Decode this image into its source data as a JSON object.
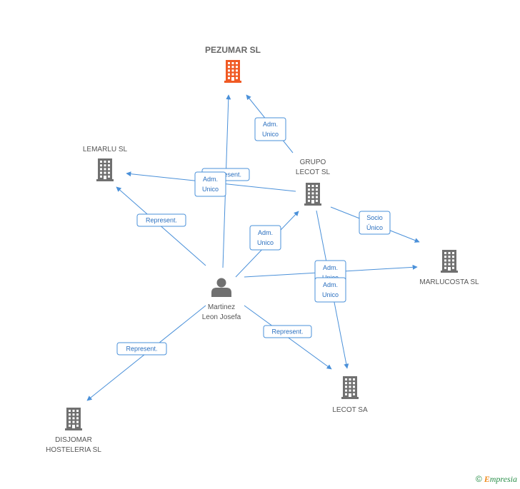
{
  "nodes": {
    "pezumar": {
      "label": [
        "PEZUMAR SL"
      ],
      "type": "company",
      "highlight": true
    },
    "lemarlu": {
      "label": [
        "LEMARLU SL"
      ],
      "type": "company"
    },
    "grupo_lecot": {
      "label": [
        "GRUPO",
        "LECOT SL"
      ],
      "type": "company"
    },
    "marlucosta": {
      "label": [
        "MARLUCOSTA SL"
      ],
      "type": "company"
    },
    "lecot_sa": {
      "label": [
        "LECOT SA"
      ],
      "type": "company"
    },
    "disjomar": {
      "label": [
        "DISJOMAR",
        "HOSTELERIA SL"
      ],
      "type": "company"
    },
    "martinez": {
      "label": [
        "Martinez",
        "Leon Josefa"
      ],
      "type": "person"
    }
  },
  "edges": [
    {
      "from": "martinez",
      "to": "pezumar",
      "label": [
        "Represent."
      ]
    },
    {
      "from": "grupo_lecot",
      "to": "pezumar",
      "label": [
        "Adm.",
        "Unico"
      ]
    },
    {
      "from": "grupo_lecot",
      "to": "lemarlu",
      "label": [
        "Adm.",
        "Unico"
      ]
    },
    {
      "from": "martinez",
      "to": "lemarlu",
      "label": [
        "Represent."
      ]
    },
    {
      "from": "martinez",
      "to": "grupo_lecot",
      "label": [
        "Adm.",
        "Unico"
      ]
    },
    {
      "from": "grupo_lecot",
      "to": "marlucosta",
      "label": [
        "Socio",
        "Único"
      ]
    },
    {
      "from": "martinez",
      "to": "marlucosta",
      "label": [
        "Adm.",
        "Unico"
      ]
    },
    {
      "from": "grupo_lecot",
      "to": "lecot_sa",
      "label": [
        "Adm.",
        "Unico"
      ]
    },
    {
      "from": "martinez",
      "to": "lecot_sa",
      "label": [
        "Represent."
      ]
    },
    {
      "from": "martinez",
      "to": "disjomar",
      "label": [
        "Represent."
      ]
    }
  ],
  "colors": {
    "edge": "#4a90d9",
    "company": "#707070",
    "highlight": "#f05a24",
    "person": "#707070"
  },
  "footer": {
    "copyright": "©",
    "brand_initial": "E",
    "brand_rest": "mpresia"
  }
}
